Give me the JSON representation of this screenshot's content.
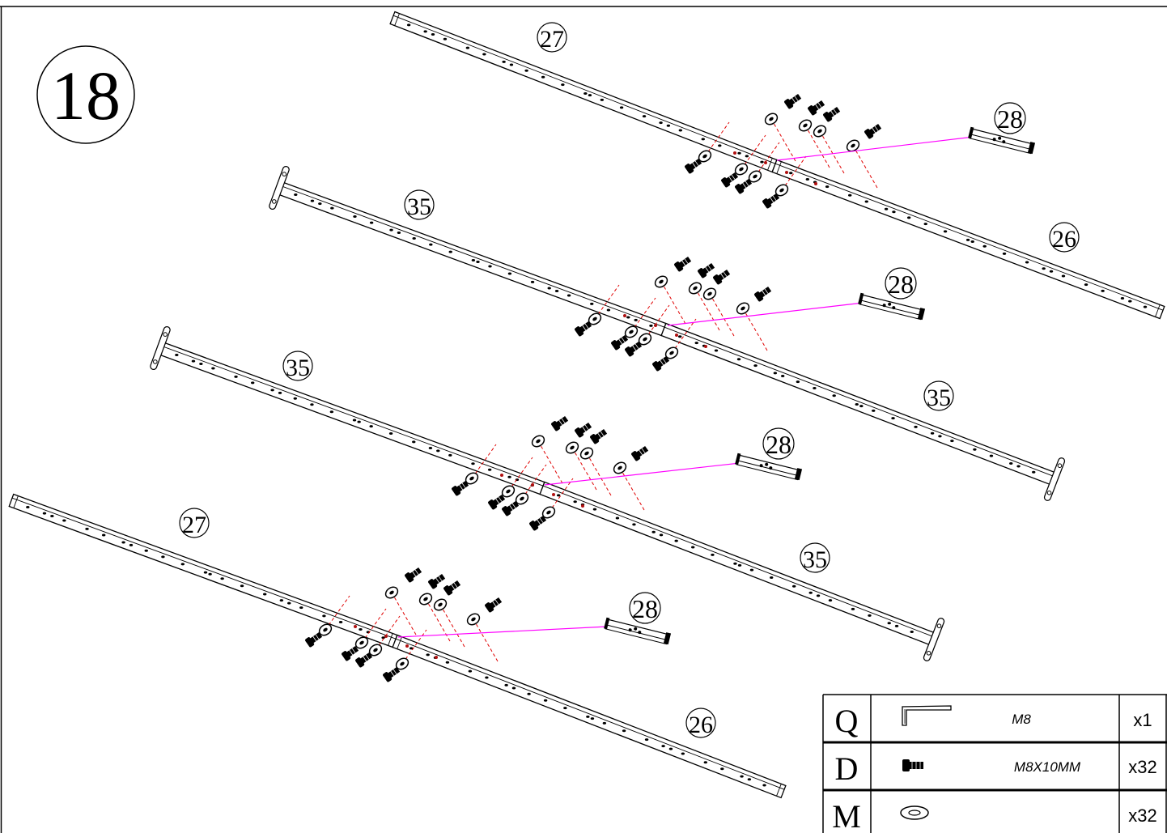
{
  "step": {
    "number": "18"
  },
  "colors": {
    "line": "#000000",
    "leader": "#ff00ff",
    "dashed": "#e00000",
    "hole": "#b01010"
  },
  "hardware_labels": {
    "bolt": "D",
    "washer": "M"
  },
  "parts": [
    {
      "label": "27",
      "icon": "beam-icon"
    },
    {
      "label": "26",
      "icon": "beam-icon"
    },
    {
      "label": "35",
      "icon": "beam-with-foot-icon"
    },
    {
      "label": "35",
      "icon": "beam-with-foot-icon"
    },
    {
      "label": "35",
      "icon": "beam-with-foot-icon"
    },
    {
      "label": "35",
      "icon": "beam-with-foot-icon"
    },
    {
      "label": "27",
      "icon": "beam-icon"
    },
    {
      "label": "26",
      "icon": "beam-icon"
    },
    {
      "label": "28",
      "icon": "connector-bracket-icon"
    },
    {
      "label": "28",
      "icon": "connector-bracket-icon"
    },
    {
      "label": "28",
      "icon": "connector-bracket-icon"
    },
    {
      "label": "28",
      "icon": "connector-bracket-icon"
    }
  ],
  "hardware_table": [
    {
      "key": "Q",
      "icon": "allen-key-icon",
      "spec": "M8",
      "qty": "x1"
    },
    {
      "key": "D",
      "icon": "bolt-icon",
      "spec": "M8X10MM",
      "qty": "x32"
    },
    {
      "key": "M",
      "icon": "washer-icon",
      "spec": "",
      "qty": "x32"
    }
  ]
}
